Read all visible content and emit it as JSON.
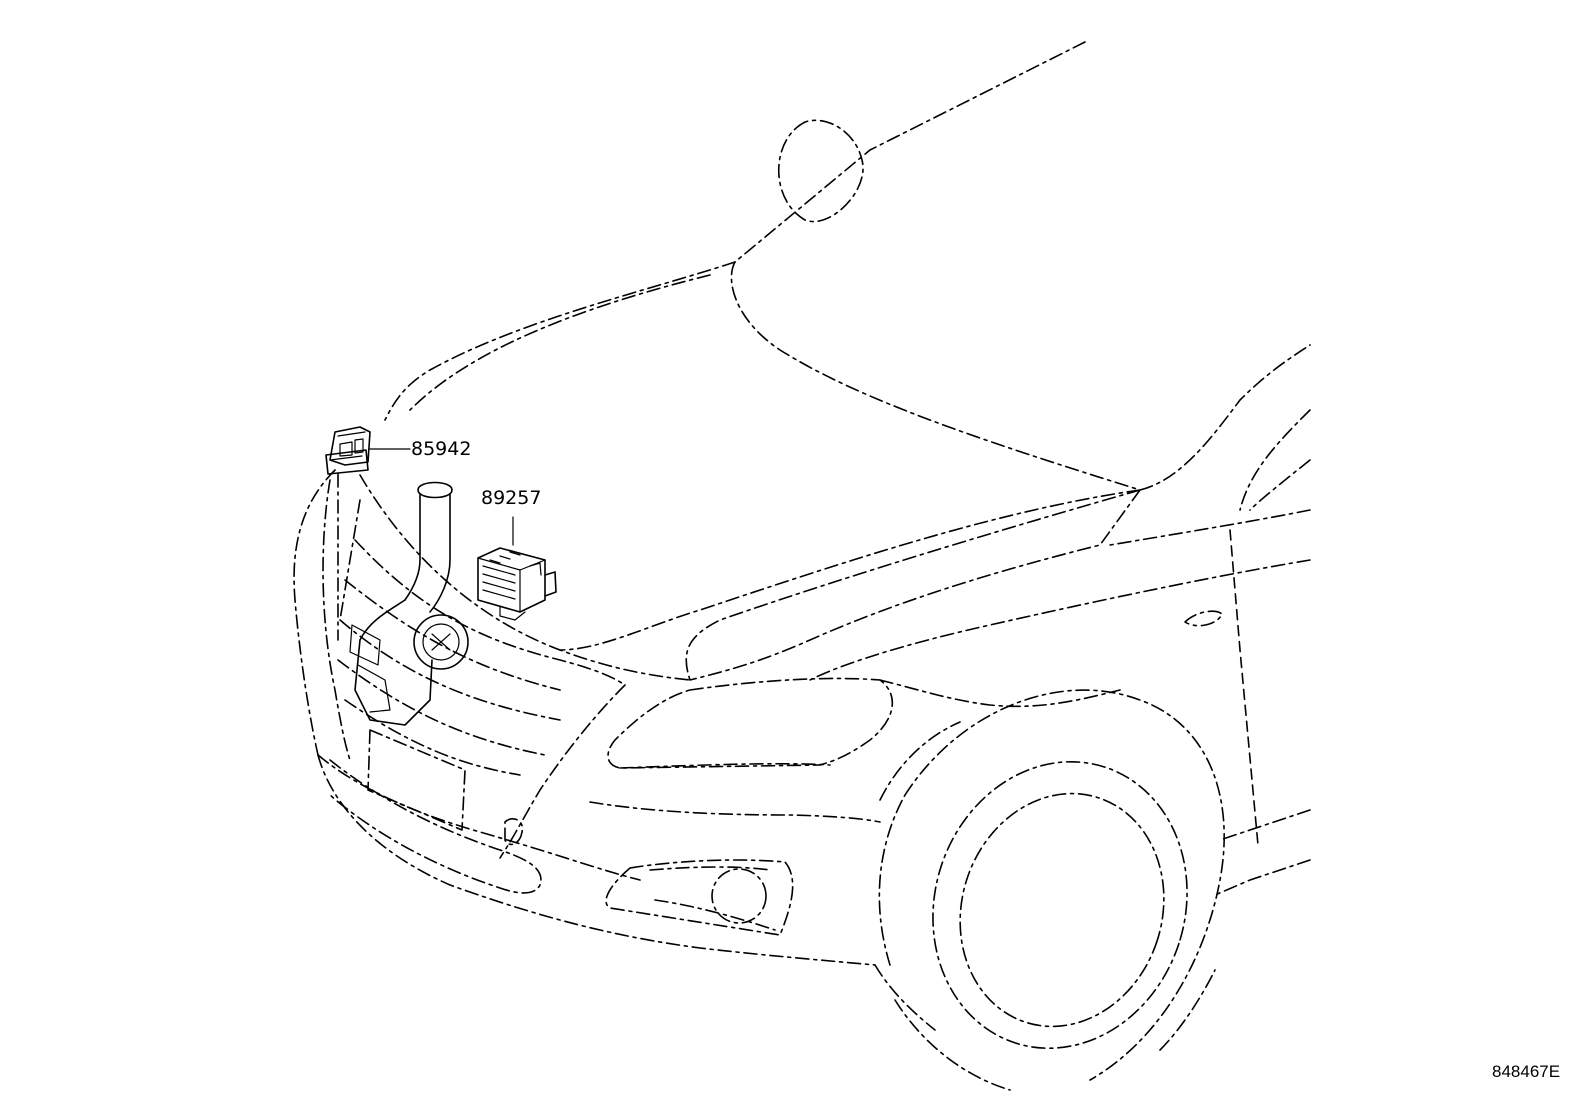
{
  "diagram": {
    "parts": [
      {
        "number": "85942"
      },
      {
        "number": "89257"
      }
    ],
    "diagram_id": "848467E",
    "line_color": "#000000",
    "background": "#ffffff"
  }
}
